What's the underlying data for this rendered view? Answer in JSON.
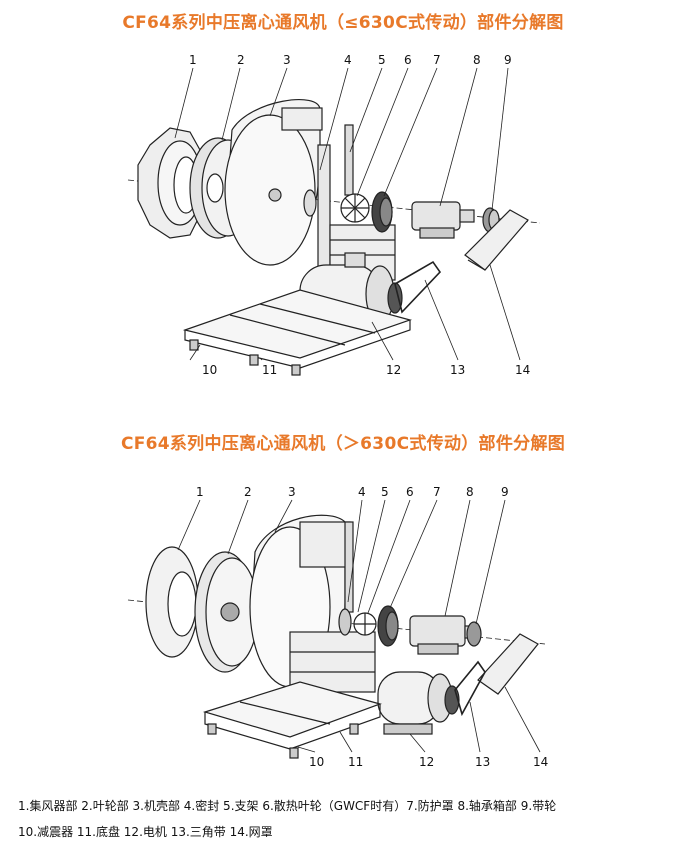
{
  "titles": {
    "top": "CF64系列中压离心通风机（≤630C式传动）部件分解图",
    "bottom": "CF64系列中压离心通风机（＞630C式传动）部件分解图"
  },
  "colors": {
    "title": "#e8792a",
    "line": "#222222",
    "shade": "#d8d8d8",
    "dark": "#555555"
  },
  "callouts": [
    "1",
    "2",
    "3",
    "4",
    "5",
    "6",
    "7",
    "8",
    "9",
    "10",
    "11",
    "12",
    "13",
    "14"
  ],
  "legend": {
    "line1": "1.集风器部  2.叶轮部  3.机壳部  4.密封  5.支架  6.散热叶轮（GWCF时有）7.防护罩  8.轴承箱部  9.带轮",
    "line2": "10.减震器  11.底盘  12.电机  13.三角带  14.网罩"
  }
}
